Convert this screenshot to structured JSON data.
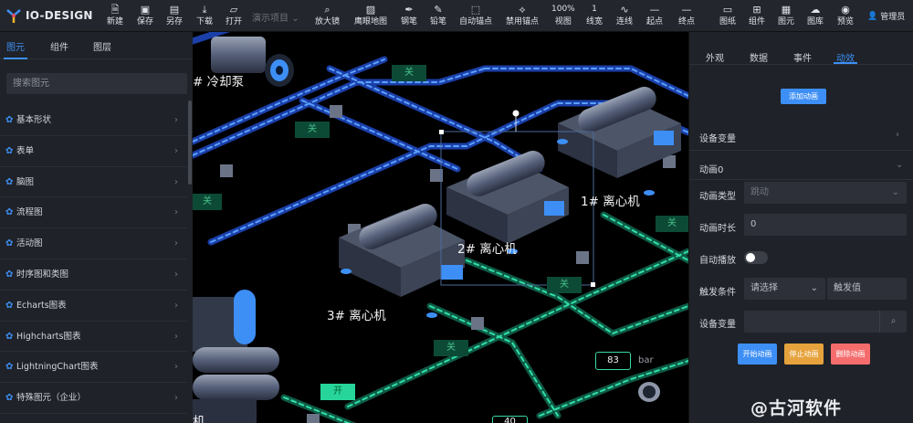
{
  "app": {
    "title": "IO-DESIGN",
    "user": "管理员"
  },
  "toolbar": {
    "items": [
      {
        "label": "新建",
        "icon": "new-file-icon"
      },
      {
        "label": "保存",
        "icon": "save-icon"
      },
      {
        "label": "另存",
        "icon": "save-as-icon"
      },
      {
        "label": "下载",
        "icon": "download-icon"
      },
      {
        "label": "打开",
        "icon": "folder-open-icon"
      }
    ],
    "project_placeholder": "演示项目",
    "tools": [
      {
        "label": "放大镜",
        "icon": "magnifier-icon"
      },
      {
        "label": "鹰眼地图",
        "icon": "map-icon"
      },
      {
        "label": "钢笔",
        "icon": "pen-icon"
      },
      {
        "label": "铅笔",
        "icon": "pencil-icon"
      },
      {
        "label": "自动锚点",
        "icon": "auto-anchor-icon"
      },
      {
        "label": "禁用锚点",
        "icon": "disable-anchor-icon"
      },
      {
        "value": "100%",
        "label": "视图"
      },
      {
        "value": "1",
        "label": "线宽"
      },
      {
        "label": "连线",
        "icon": "curve-icon"
      },
      {
        "label": "起点",
        "icon": "line-start-icon"
      },
      {
        "label": "终点",
        "icon": "line-end-icon"
      }
    ],
    "right_items": [
      {
        "label": "图纸",
        "icon": "drawing-icon"
      },
      {
        "label": "组件",
        "icon": "component-icon"
      },
      {
        "label": "图元",
        "icon": "element-icon"
      },
      {
        "label": "图库",
        "icon": "cloud-upload-icon"
      },
      {
        "label": "预览",
        "icon": "eye-icon"
      }
    ]
  },
  "left_panel": {
    "tabs": [
      "图元",
      "组件",
      "图层"
    ],
    "search_placeholder": "搜索图元",
    "categories": [
      "基本形状",
      "表单",
      "脑图",
      "流程图",
      "活动图",
      "时序图和类图",
      "Echarts图表",
      "Highcharts图表",
      "LightningChart图表",
      "特殊图元（企业）"
    ]
  },
  "canvas": {
    "labels": [
      "# 冷却泵",
      "1# 离心机",
      "2# 离心机",
      "3# 离心机",
      "机"
    ],
    "switches": [
      {
        "text": "关",
        "state": "off"
      },
      {
        "text": "关",
        "state": "off"
      },
      {
        "text": "关",
        "state": "off"
      },
      {
        "text": "关",
        "state": "off"
      },
      {
        "text": "关",
        "state": "off"
      },
      {
        "text": "关",
        "state": "off"
      },
      {
        "text": "开",
        "state": "on"
      }
    ],
    "readout": {
      "value": "83",
      "unit": "bar"
    },
    "readout2": {
      "value": "40"
    }
  },
  "right_panel": {
    "tabs": [
      "外观",
      "数据",
      "事件",
      "动效"
    ],
    "add_animation": "添加动画",
    "device_variable_section": "设备变量",
    "animation_name": "动画0",
    "fields": {
      "type_label": "动画类型",
      "type_value": "跳动",
      "duration_label": "动画时长",
      "duration_value": "0",
      "autoplay_label": "自动播放",
      "trigger_label": "触发条件",
      "trigger_select": "请选择",
      "trigger_value_placeholder": "触发值",
      "device_var_label": "设备变量"
    },
    "buttons": {
      "start": "开始动画",
      "stop": "停止动画",
      "delete": "删除动画"
    },
    "colors": {
      "start": "#3d8ff5",
      "stop": "#e6a23c",
      "delete": "#f56c6c"
    }
  },
  "watermark": "@古河软件"
}
